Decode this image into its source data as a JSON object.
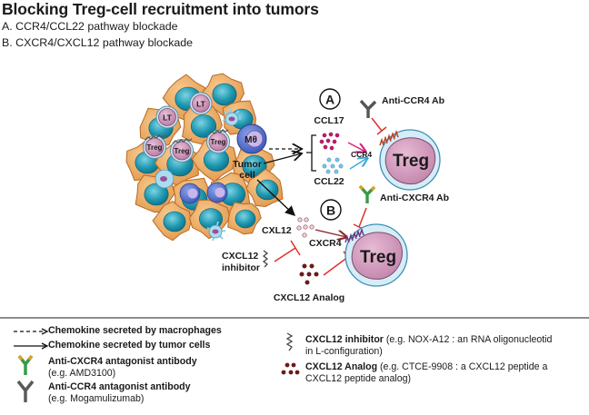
{
  "header": {
    "title": "Blocking Treg-cell recruitment into tumors",
    "subtitles": [
      "A. CCR4/CCL22 pathway blockade",
      "B. CXCR4/CXCL12 pathway blockade"
    ]
  },
  "diagram": {
    "tumor_mass": {
      "cell_labels": [
        "LT",
        "LT",
        "Treg",
        "Treg",
        "Treg",
        "Mθ"
      ],
      "tumor_cell_label_line1": "Tumor",
      "tumor_cell_label_line2": "cell"
    },
    "pathway_a": {
      "marker": "A",
      "antibody_label": "Anti-CCR4 Ab",
      "chemokine_top": "CCL17",
      "chemokine_bottom": "CCL22",
      "receptor": "CCR4",
      "target_cell": "Treg",
      "colors": {
        "ccl17": "#c2186b",
        "ccl22": "#4aa6d6",
        "inhibition": "#e0312a",
        "ccr4_antibody": "#555555"
      }
    },
    "pathway_b": {
      "marker": "B",
      "antibody_label": "Anti-CXCR4 Ab",
      "chemokine": "CXL12",
      "receptor": "CXCR4",
      "inhibitor_label_line1": "CXCL12",
      "inhibitor_label_line2": "inhibitor",
      "analog_label": "CXCL12 Analog",
      "target_cell": "Treg",
      "colors": {
        "cxcl12": "#c98a9a",
        "analog": "#6b1a1a",
        "arrow": "#8b2a2a",
        "cxcr4_antibody": "#3a9a48"
      }
    }
  },
  "legend": {
    "left": [
      {
        "icon": "dashed-arrow-icon",
        "bold": "Chemokine secreted by macrophages",
        "rest": ""
      },
      {
        "icon": "solid-arrow-icon",
        "bold": "Chemokine secreted by tumor cells",
        "rest": ""
      },
      {
        "icon": "anti-cxcr4-antibody-icon",
        "bold": "Anti-CXCR4 antagonist antibody",
        "rest": "(e.g. AMD3100)"
      },
      {
        "icon": "anti-ccr4-antibody-icon",
        "bold": "Anti-CCR4 antagonist antibody",
        "rest": "(e.g. Mogamulizumab)"
      }
    ],
    "right": [
      {
        "icon": "cxcl12-inhibitor-icon",
        "bold": "CXCL12 inhibitor",
        "rest_line1": " (e.g. NOX-A12 : an RNA oligonucleotid",
        "rest_line2": "in L-configuration)"
      },
      {
        "icon": "cxcl12-analog-icon",
        "bold": "CXCL12 Analog",
        "rest_line1": " (e.g. CTCE-9908 : a CXCL12 peptide a",
        "rest_line2": "CXCL12 peptide analog)"
      }
    ]
  }
}
